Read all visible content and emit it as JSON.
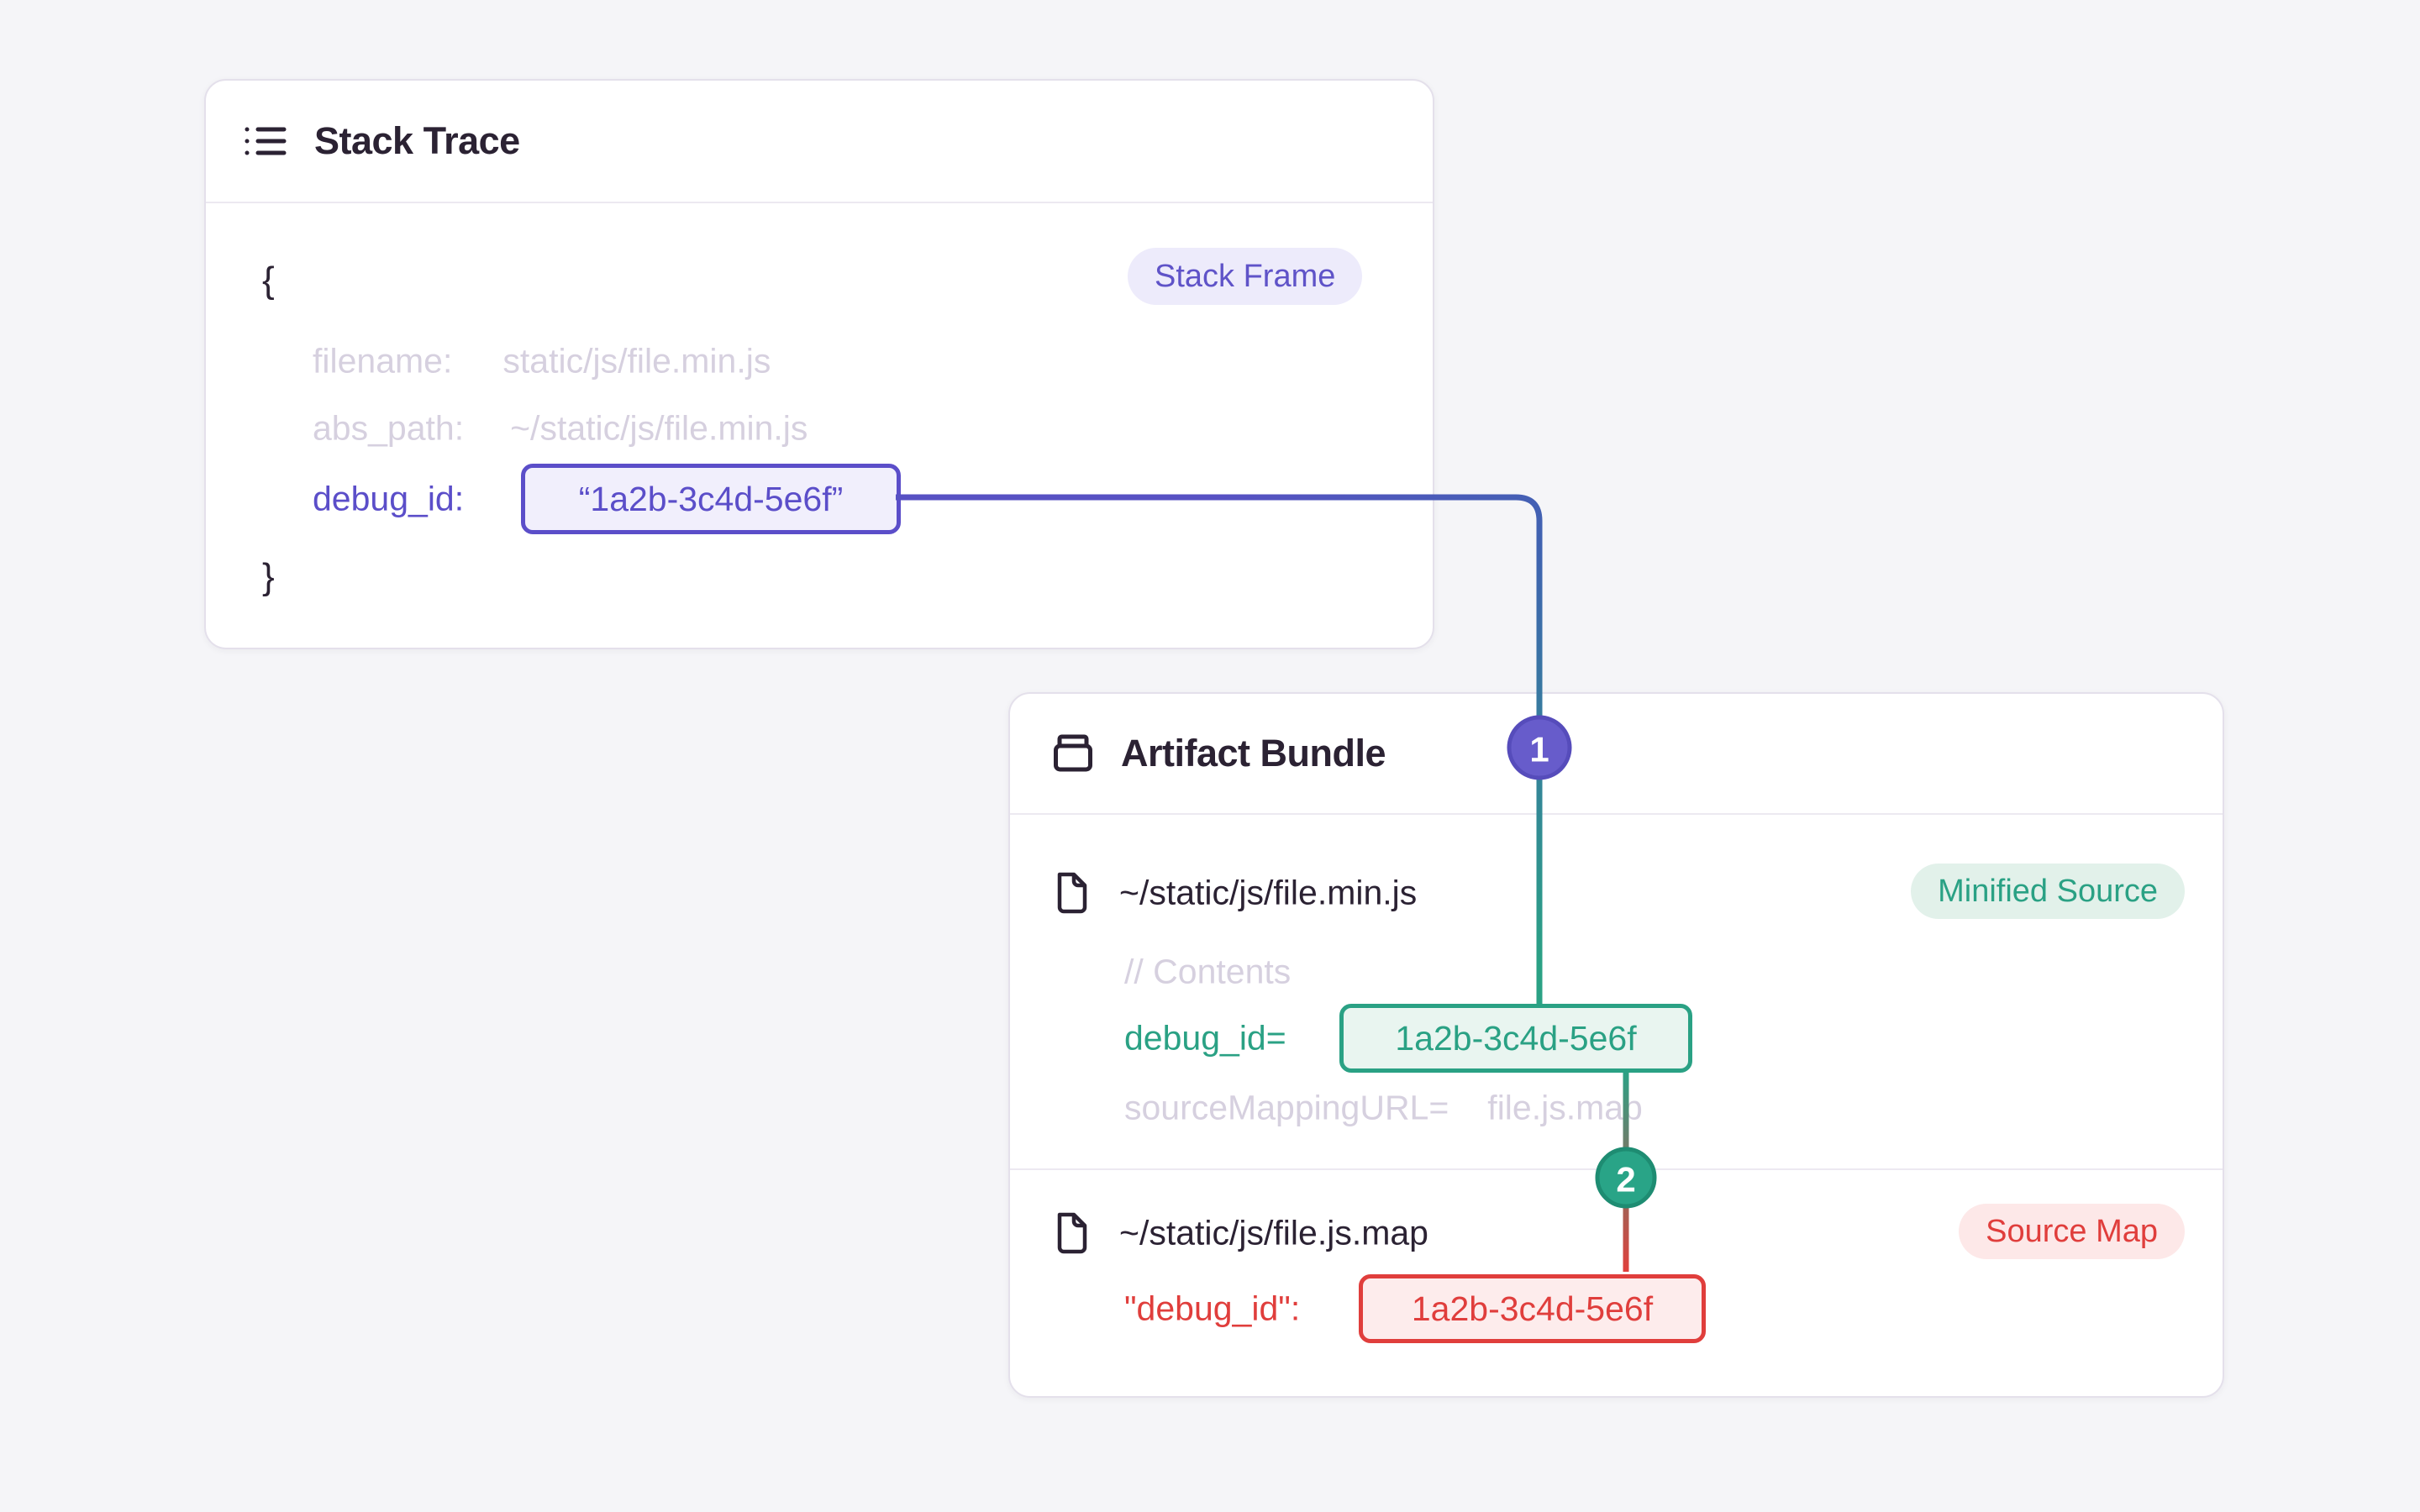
{
  "stack_trace": {
    "title": "Stack Trace",
    "frame_badge": "Stack Frame",
    "brace_open": "{",
    "brace_close": "}",
    "fields": [
      {
        "key": "filename:",
        "value": "static/js/file.min.js"
      },
      {
        "key": "abs_path:",
        "value": "~/static/js/file.min.js"
      },
      {
        "key": "debug_id:",
        "value": "“1a2b-3c4d-5e6f”"
      }
    ]
  },
  "artifact_bundle": {
    "title": "Artifact Bundle",
    "files": [
      {
        "name": "~/static/js/file.min.js",
        "badge": "Minified Source",
        "comment": "// Contents",
        "debug_key": "debug_id=",
        "debug_value": "1a2b-3c4d-5e6f",
        "mapping_key": "sourceMappingURL=",
        "mapping_value": "file.js.map"
      },
      {
        "name": "~/static/js/file.js.map",
        "badge": "Source Map",
        "debug_key": "\"debug_id\":",
        "debug_value": "1a2b-3c4d-5e6f"
      }
    ]
  },
  "markers": {
    "step1": "1",
    "step2": "2"
  },
  "colors": {
    "purple": "#5B4EC9",
    "green": "#2AA184",
    "red": "#E03E3C",
    "dark": "#2B2233",
    "muted": "#D6D0DF",
    "background": "#F5F5F8"
  }
}
